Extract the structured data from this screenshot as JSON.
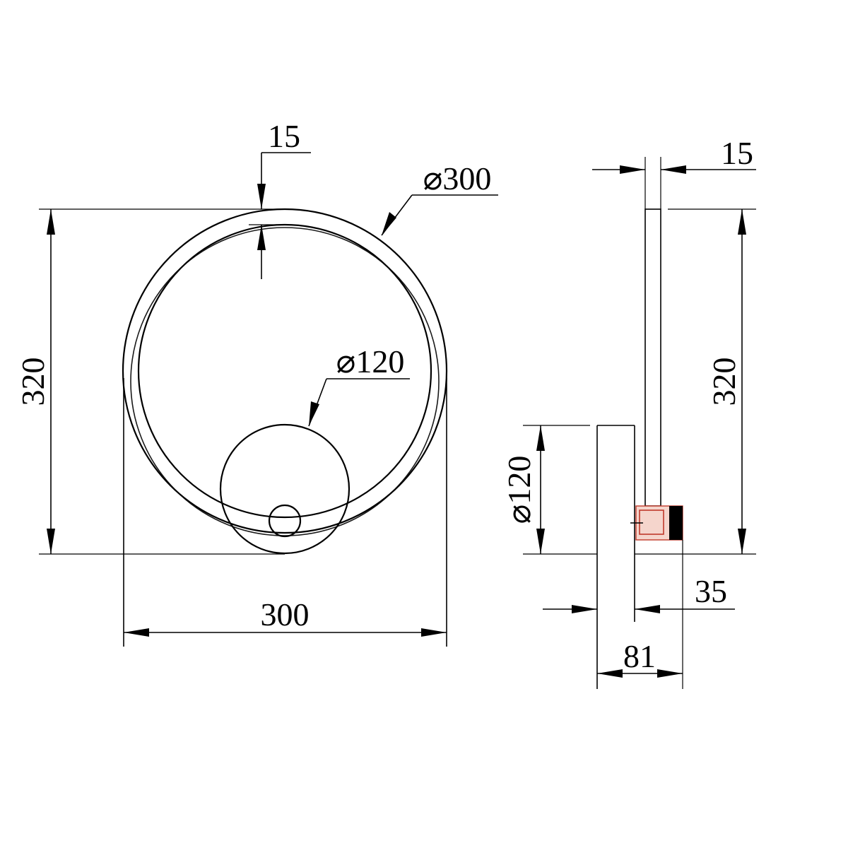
{
  "front_view": {
    "ring_thickness": "15",
    "ring_diameter": "⌀300",
    "disc_diameter": "⌀120",
    "height": "320",
    "width": "300"
  },
  "side_view": {
    "ring_depth": "15",
    "height": "320",
    "disc_diameter": "⌀120",
    "offset": "35",
    "total_depth": "81"
  },
  "colors": {
    "line": "#000000",
    "mount_detail": "#c0392b"
  }
}
